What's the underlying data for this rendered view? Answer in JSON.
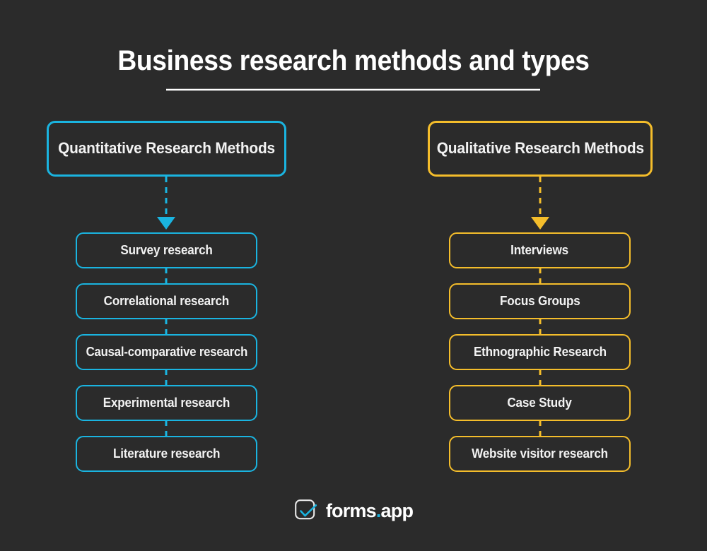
{
  "page": {
    "title": "Business research methods and types",
    "background_color": "#2b2b2b",
    "text_color": "#f2f2f2"
  },
  "colors": {
    "quantitative": "#1ab4e0",
    "qualitative": "#f4bd2b",
    "connector_top": "#ffffff",
    "background": "#2b2b2b"
  },
  "diagram": {
    "type": "tree",
    "root_label": "Business research methods and types",
    "branches": [
      {
        "id": "quantitative",
        "heading": "Quantitative Research Methods",
        "color": "#1ab4e0",
        "items": [
          {
            "label": "Survey research"
          },
          {
            "label": "Correlational research"
          },
          {
            "label": "Causal-comparative research"
          },
          {
            "label": "Experimental research"
          },
          {
            "label": "Literature research"
          }
        ]
      },
      {
        "id": "qualitative",
        "heading": "Qualitative Research Methods",
        "color": "#f4bd2b",
        "items": [
          {
            "label": "Interviews"
          },
          {
            "label": "Focus Groups"
          },
          {
            "label": "Ethnographic Research"
          },
          {
            "label": "Case Study"
          },
          {
            "label": "Website visitor research"
          }
        ]
      }
    ]
  },
  "footer": {
    "logo_name": "forms-app-logo",
    "word_1": "forms",
    "dot": ".",
    "word_2": "app"
  }
}
